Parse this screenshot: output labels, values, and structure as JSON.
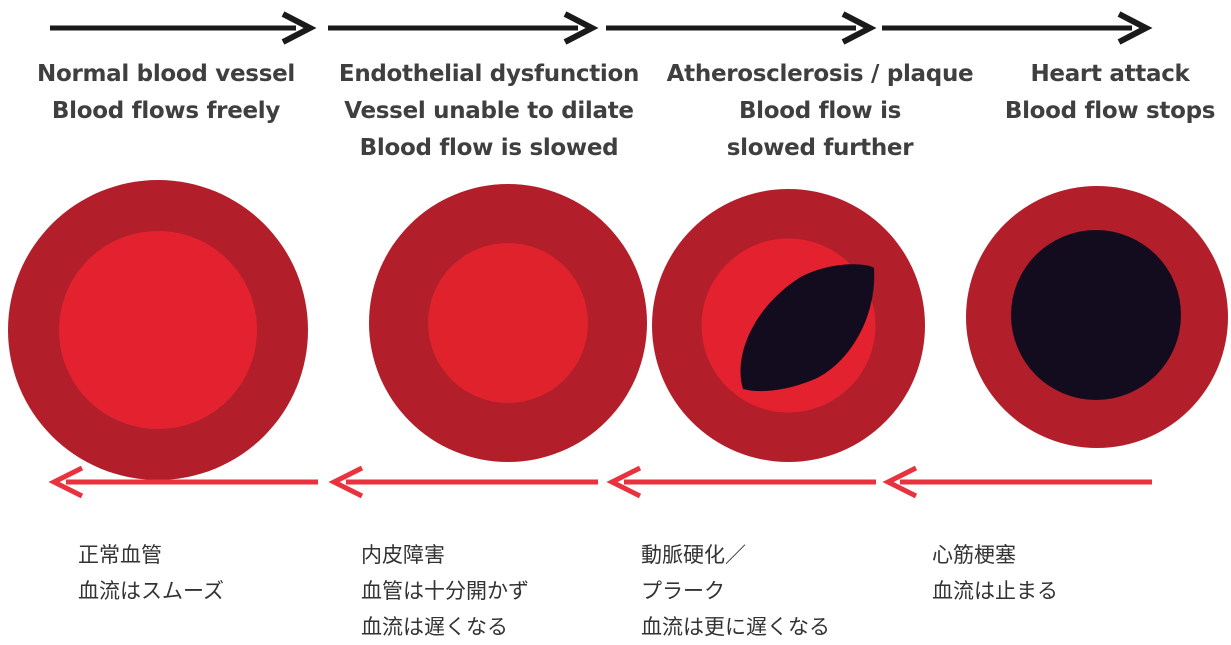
{
  "colors": {
    "vessel_wall": "#b21f2a",
    "lumen_wide": "#e4222f",
    "lumen_narrow": "#df222c",
    "plaque": "#130c1f",
    "forward_arrow": "#1a1a1a",
    "backward_arrow": "#e8323e"
  },
  "stages": [
    {
      "en": [
        "Normal blood vessel",
        "Blood flows freely"
      ],
      "jp": [
        "正常血管",
        "血流はスムーズ"
      ],
      "lumen": "open-wide"
    },
    {
      "en": [
        "Endothelial dysfunction",
        "Vessel unable to dilate",
        "Blood flow is slowed"
      ],
      "jp": [
        "内皮障害",
        "血管は十分開かず",
        "血流は遅くなる"
      ],
      "lumen": "narrowed"
    },
    {
      "en": [
        "Atherosclerosis / plaque",
        "Blood flow is",
        "slowed further"
      ],
      "jp": [
        "動脈硬化／",
        "プラーク",
        "血流は更に遅くなる"
      ],
      "lumen": "partially-blocked-by-plaque"
    },
    {
      "en": [
        "Heart attack",
        "Blood flow stops"
      ],
      "jp": [
        "心筋梗塞",
        "血流は止まる"
      ],
      "lumen": "fully-blocked"
    }
  ]
}
